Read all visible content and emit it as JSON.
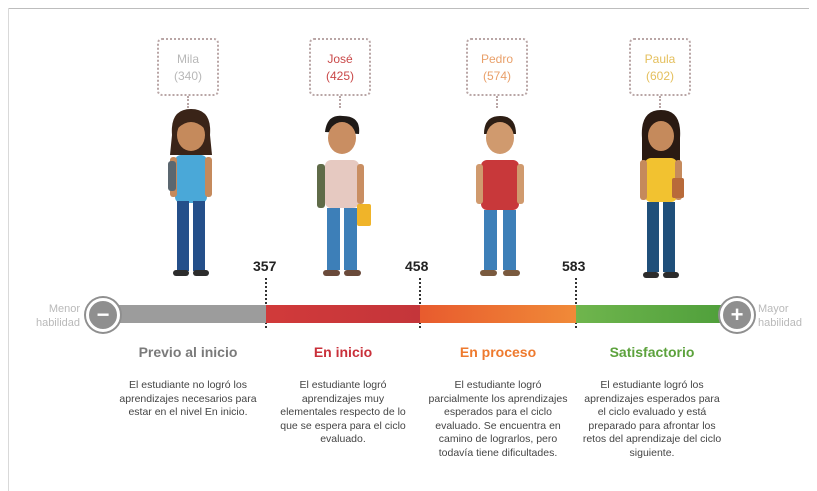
{
  "students": [
    {
      "name": "Mila",
      "score": "(340)"
    },
    {
      "name": "José",
      "score": "(425)"
    },
    {
      "name": "Pedro",
      "score": "(574)"
    },
    {
      "name": "Paula",
      "score": "(602)"
    }
  ],
  "cut_points": [
    "357",
    "458",
    "583"
  ],
  "scale": {
    "left_label_1": "Menor",
    "left_label_2": "habilidad",
    "right_label_1": "Mayor",
    "right_label_2": "habilidad",
    "minus": "−",
    "plus": "+"
  },
  "levels": [
    {
      "title": "Previo al inicio",
      "color": "#7a7a7a",
      "description": "El estudiante no logró los aprendizajes necesarios para estar en el nivel En inicio."
    },
    {
      "title": "En inicio",
      "color": "#c9303a",
      "description": "El estudiante logró aprendizajes muy elementales respecto de lo que se espera para el ciclo evaluado."
    },
    {
      "title": "En proceso",
      "color": "#ee7a2e",
      "description": "El estudiante logró parcialmente los aprendizajes esperados para el ciclo evaluado. Se encuentra en camino de lograrlos, pero todavía tiene dificultades."
    },
    {
      "title": "Satisfactorio",
      "color": "#5ca23c",
      "description": "El estudiante logró los aprendizajes esperados para el ciclo evaluado y está preparado para afrontar los retos del aprendizaje del ciclo siguiente."
    }
  ]
}
